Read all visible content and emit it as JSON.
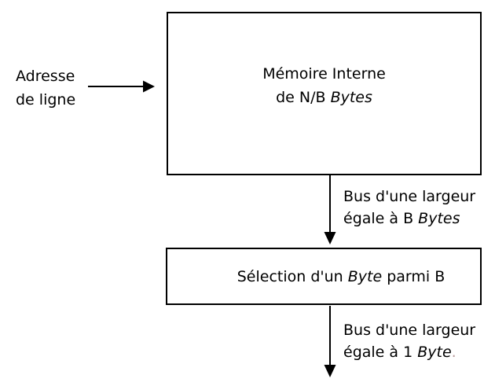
{
  "colors": {
    "ink": "#000000",
    "background": "#ffffff",
    "trailing_mark_color": "#b89a9a"
  },
  "diagram": {
    "address_label": {
      "line1": "Adresse",
      "line2": "de ligne"
    },
    "memory_box": {
      "line1": "Mémoire Interne",
      "line2_prefix": "de N/B ",
      "line2_italic": "Bytes"
    },
    "bus_label_top": {
      "line1": "Bus d'une largeur",
      "line2_prefix": "égale à B ",
      "line2_italic": "Bytes"
    },
    "selection_box": {
      "prefix": "Sélection d'un ",
      "italic": "Byte",
      "suffix": " parmi B"
    },
    "bus_label_bottom": {
      "line1": "Bus d'une largeur",
      "line2_prefix": "égale à 1 ",
      "line2_italic": "Byte",
      "trailing_mark": "."
    },
    "icons": {
      "arrow_right": "right-arrow",
      "arrow_down": "down-arrow"
    }
  }
}
